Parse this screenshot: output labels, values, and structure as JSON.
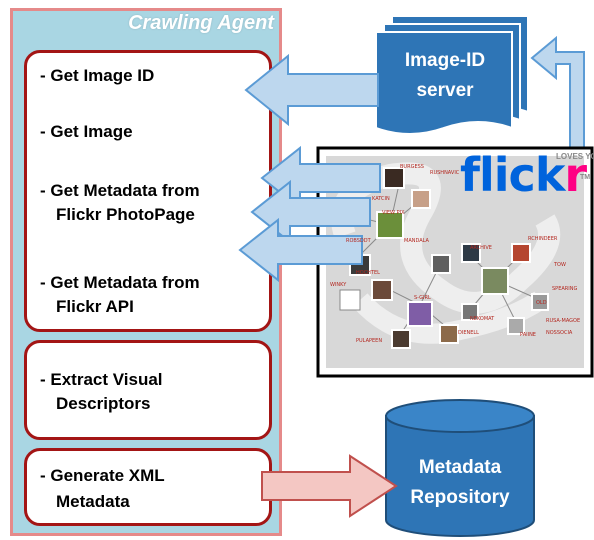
{
  "agent": {
    "title": "Crawling Agent",
    "steps": [
      "- Get Image ID",
      "- Get Image",
      "- Get Metadata from",
      "Flickr PhotoPage",
      "- Get Metadata from",
      "Flickr API",
      "- Extract Visual",
      "Descriptors",
      "- Generate XML",
      "Metadata"
    ]
  },
  "server": {
    "line1": "Image-ID",
    "line2": "server"
  },
  "repository": {
    "line1": "Metadata",
    "line2": "Repository"
  },
  "flickr": {
    "logo_part1": "flick",
    "logo_part2": "r",
    "tagline": "LOVES YOU",
    "tm": "TM",
    "tags": [
      "VIEW PIX",
      "ROBSDDT",
      "MANDALA",
      "KATCIN",
      "BURGESS",
      "RUSHNAVIC",
      "HOCHTEL",
      "WINKY",
      "S-GIRL",
      "DIENELL",
      "PAIINE",
      "ARCHIVE",
      "RCHINDEER",
      "TOW",
      "SPEARING",
      "OLD",
      "RUSA-MAGOE",
      "NOSSOCIA",
      "PULAPEEN",
      "NEKOMAT"
    ]
  },
  "colors": {
    "panel_bg": "#a9d6e3",
    "panel_border": "#e58a8a",
    "step_border": "#a31515",
    "blue_shape": "#2e75b6",
    "arrow_blue": "#bdd7ee",
    "arrow_pink": "#f4c7c3",
    "flickr_blue": "#0063dc",
    "flickr_pink": "#ff0084"
  }
}
